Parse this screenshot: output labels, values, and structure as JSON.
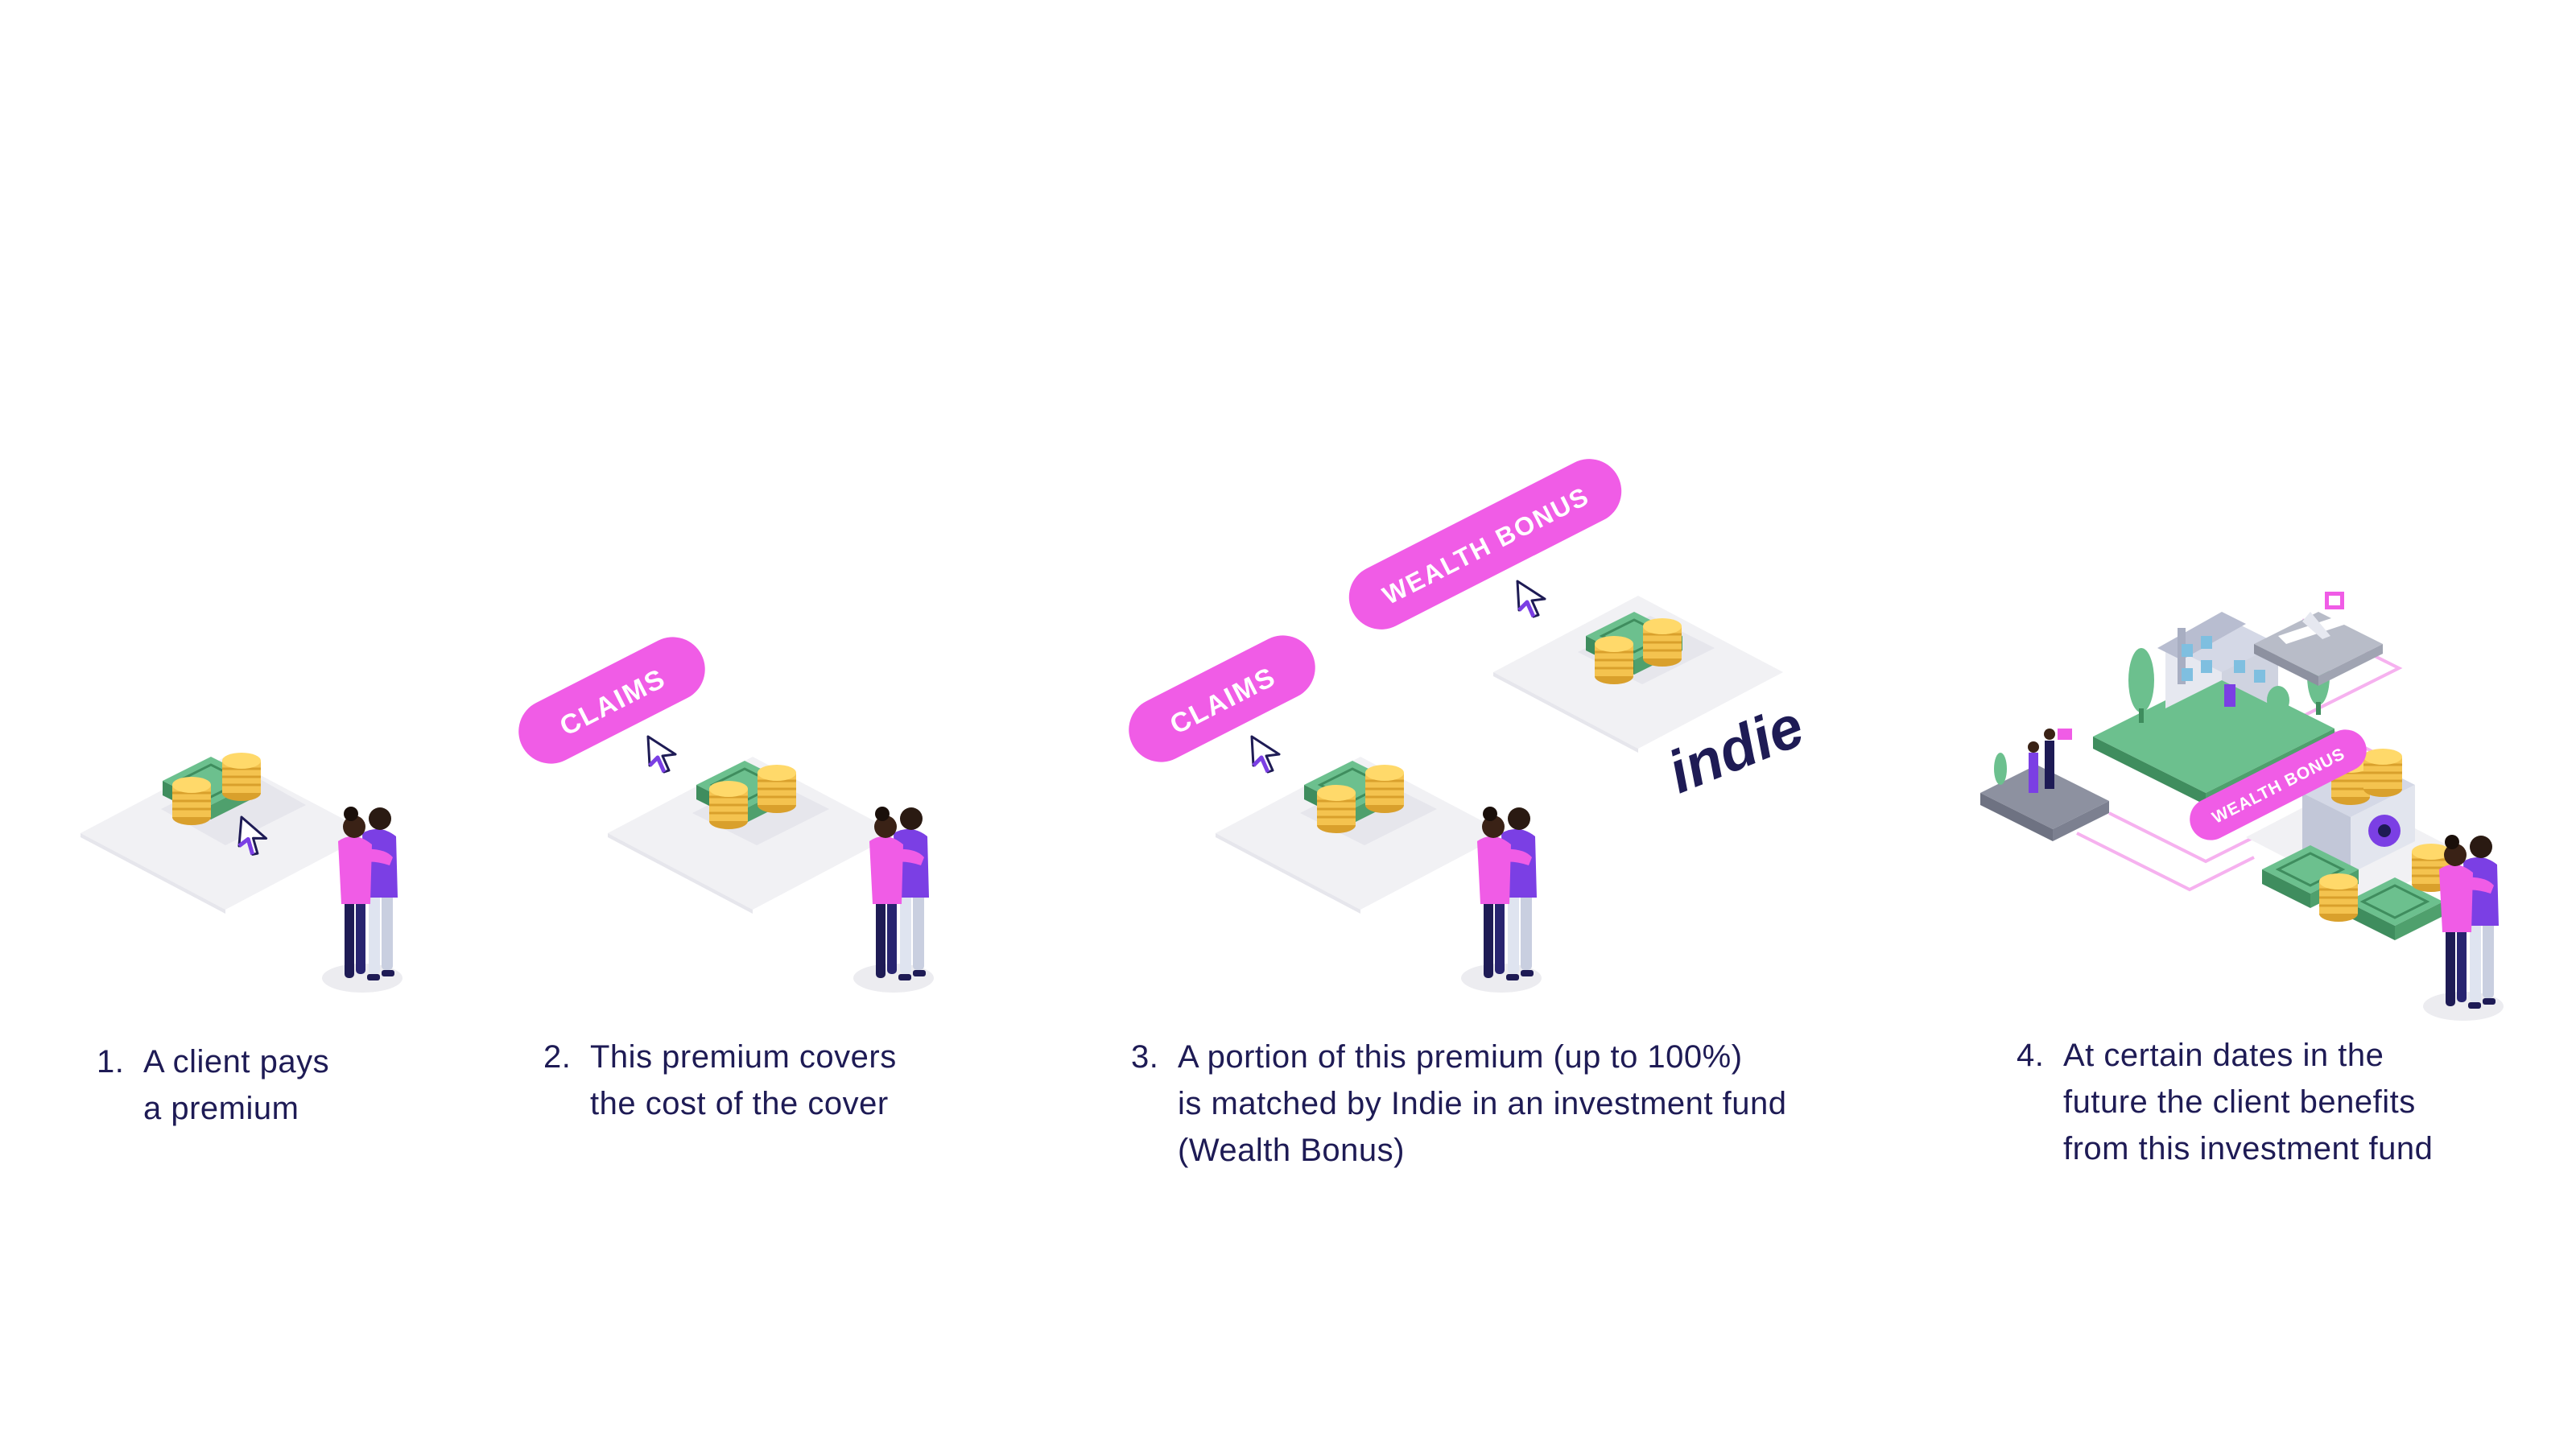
{
  "colors": {
    "accent": "#f05ce6",
    "navy": "#1e1b55",
    "purple": "#7b3fe4",
    "platform": "#f1f1f4",
    "money": "#5fae7f",
    "coin": "#f4c34f"
  },
  "labels": {
    "claims": "CLAIMS",
    "wealth_bonus": "WEALTH BONUS",
    "brand": "indie"
  },
  "steps": [
    {
      "number": "1.",
      "text": "A client pays\na premium"
    },
    {
      "number": "2.",
      "text": "This premium covers\nthe cost of the cover"
    },
    {
      "number": "3.",
      "text": "A portion of this premium (up to 100%)\nis matched by Indie in an investment fund\n(Wealth Bonus)"
    },
    {
      "number": "4.",
      "text": "At certain dates in the\nfuture the client benefits\nfrom this investment fund"
    }
  ]
}
